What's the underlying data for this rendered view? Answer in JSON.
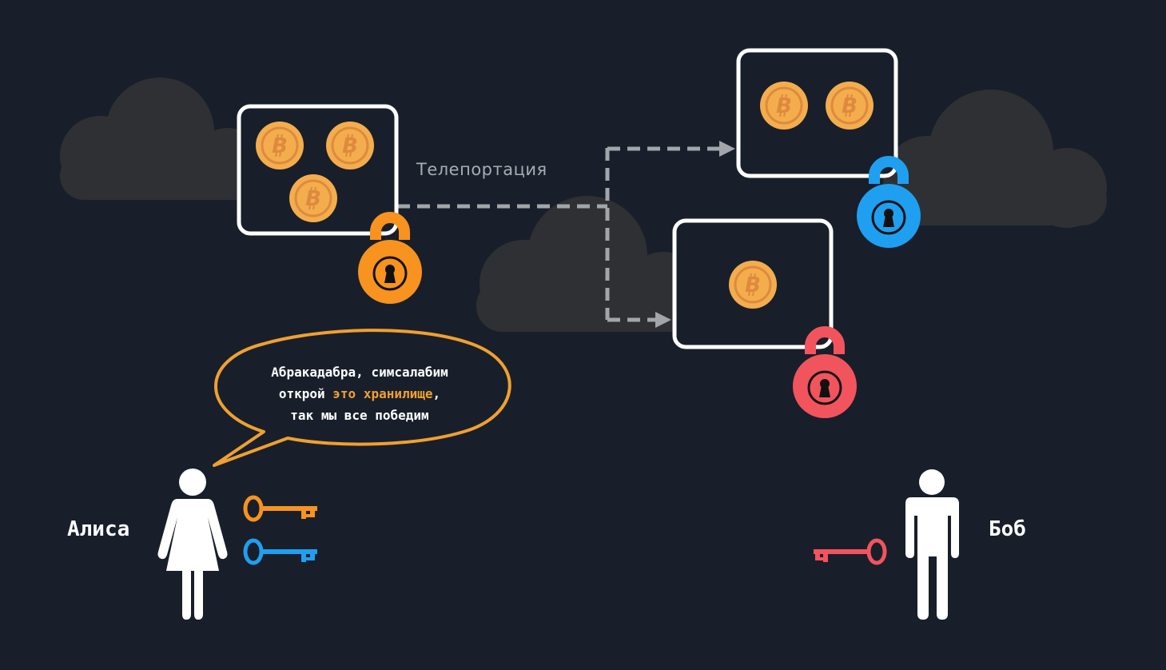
{
  "diagram": {
    "teleport_label": "Телепортация",
    "speech": {
      "line1": "Абракадабра, симсалабим",
      "line2_prefix": "открой ",
      "line2_highlight": "это хранилище",
      "line2_suffix": ",",
      "line3": "так мы все победим"
    },
    "people": {
      "alice": {
        "name": "Алиса",
        "keys": [
          "orange-key",
          "blue-key"
        ]
      },
      "bob": {
        "name": "Боб",
        "keys": [
          "red-key"
        ]
      }
    },
    "vaults": [
      {
        "id": "source",
        "coins": 3,
        "lock_color": "#f7931e"
      },
      {
        "id": "top-right",
        "coins": 2,
        "lock_color": "#1f9ff0"
      },
      {
        "id": "bottom-right",
        "coins": 1,
        "lock_color": "#f2545e"
      }
    ],
    "colors": {
      "background": "#181f2a",
      "cloud": "#2f3033",
      "coin": "#f4ad4d",
      "coin_ring": "#de8a3e",
      "orange": "#f7931e",
      "blue": "#1f9ff0",
      "red": "#f2545e",
      "arrow": "#a2a5aa",
      "highlight": "#f0a030"
    }
  }
}
